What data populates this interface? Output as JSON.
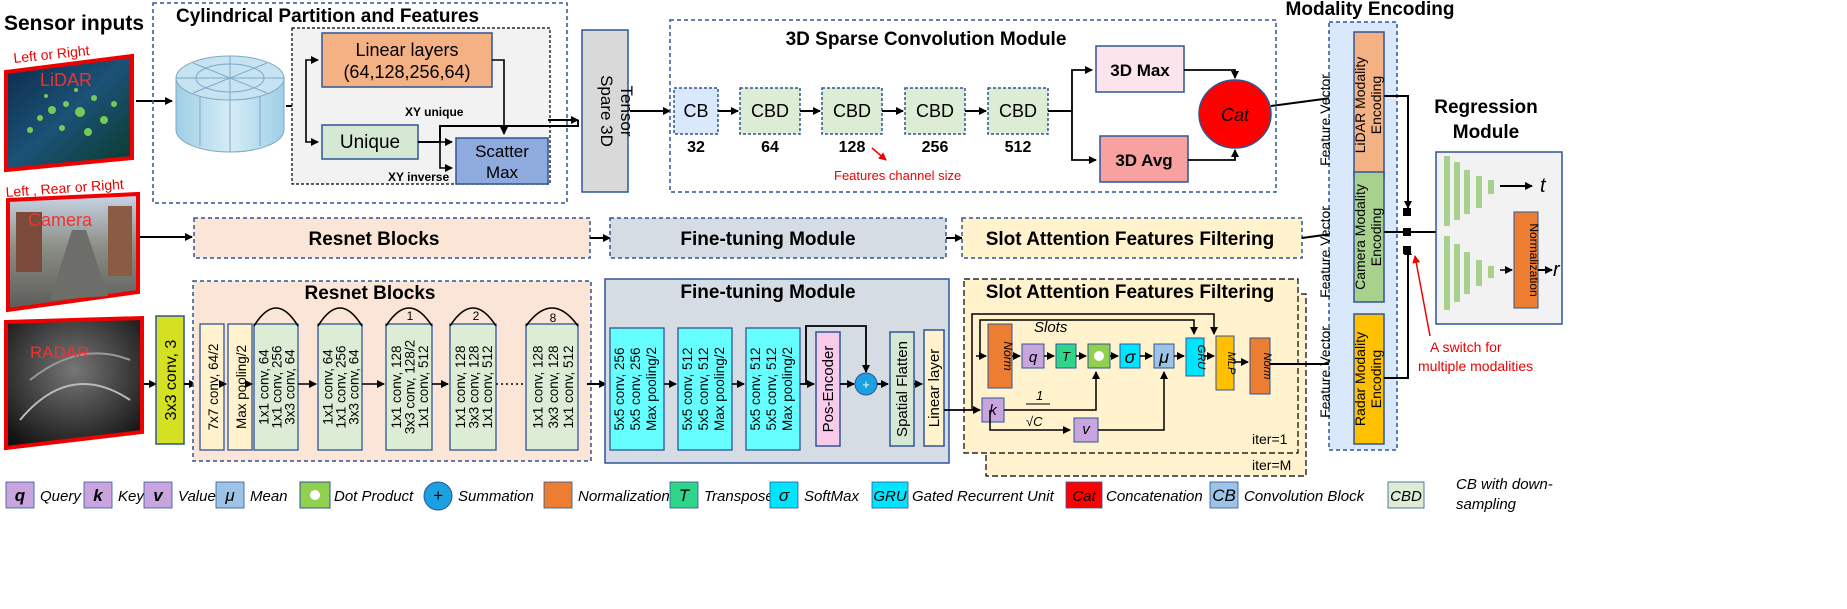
{
  "sensor": {
    "title": "Sensor inputs",
    "lidar_caption": "Left or Right",
    "lidar_label": "LiDAR",
    "camera_caption": "Left , Rear or Right",
    "camera_label": "Camera",
    "radar_label": "RADAR"
  },
  "cylinder": {
    "title": "Cylindrical Partition and Features",
    "linear_l1": "Linear layers",
    "linear_l2": "(64,128,256,64)",
    "unique": "Unique",
    "scatter_l1": "Scatter",
    "scatter_l2": "Max",
    "xy_unique": "XY unique",
    "xy_inverse": "XY inverse",
    "tensor_l1": "Spare 3D",
    "tensor_l2": "Tensor"
  },
  "sparse": {
    "title": "3D Sparse Convolution Module",
    "blocks": [
      {
        "label": "CB",
        "size": "32"
      },
      {
        "label": "CBD",
        "size": "64"
      },
      {
        "label": "CBD",
        "size": "128"
      },
      {
        "label": "CBD",
        "size": "256"
      },
      {
        "label": "CBD",
        "size": "512"
      }
    ],
    "max": "3D Max",
    "avg": "3D Avg",
    "cat": "Cat",
    "note": "Features channel size"
  },
  "camera_row": {
    "resnet": "Resnet Blocks",
    "finetune": "Fine-tuning Module",
    "slot": "Slot Attention Features Filtering"
  },
  "radar_row": {
    "conv": "3x3 conv, 3",
    "resnet_title": "Resnet Blocks",
    "layers": [
      [
        "7x7 conv, 64/2"
      ],
      [
        "Max pooling/2"
      ],
      [
        "1x1 conv, 64",
        "1x1 conv, 256",
        "3x3 conv, 64"
      ],
      [
        "1x1 conv, 64",
        "1x1 conv, 256",
        "3x3 conv, 64"
      ],
      [
        "1x1 conv, 128",
        "3x3 conv, 128/2",
        "1x1 conv, 512"
      ],
      [
        "1x1 conv, 128",
        "3x3 conv, 128",
        "1x1 conv, 512"
      ],
      [
        "1x1 conv, 128",
        "3x3 conv, 128",
        "1x1 conv, 512"
      ]
    ],
    "arc_labels": [
      "1",
      "2",
      "8"
    ],
    "finetune_title": "Fine-tuning Module",
    "ft_layers": [
      [
        "5x5 conv, 256",
        "5x5 conv, 256",
        "Max pooling/2"
      ],
      [
        "5x5 conv, 512",
        "5x5 conv, 512",
        "Max pooling/2"
      ],
      [
        "5x5 conv, 512",
        "5x5 conv, 512",
        "Max pooling/2"
      ]
    ],
    "pos_encoder": "Pos-Encoder",
    "plus": "+",
    "spatial": "Spatial Flatten",
    "linear": "Linear layer"
  },
  "slot": {
    "title": "Slot Attention Features Filtering",
    "slots": "Slots",
    "norm": "Norm",
    "q": "q",
    "T": "T",
    "sigma": "σ",
    "mu": "μ",
    "gru": "GRU",
    "mlp": "MLP",
    "k": "k",
    "v": "v",
    "frac_num": "1",
    "frac_den": "√C",
    "iter1": "iter=1",
    "iterM": "iter=M"
  },
  "modality": {
    "title": "Modality Encoding",
    "feature_vector": "Feature Vector",
    "lidar": [
      "LiDAR Modality",
      "Encoding"
    ],
    "camera": [
      "Camera Modality",
      "Encoding"
    ],
    "radar": [
      "Radar Modality",
      "Encoding"
    ],
    "switch_note": [
      "A switch for",
      "multiple modalities"
    ]
  },
  "regression": {
    "title_l1": "Regression",
    "title_l2": "Module",
    "norm": "Normalization",
    "out_t": "t",
    "out_r": "r"
  },
  "legend": [
    {
      "sym": "q",
      "text": "Query",
      "color": "#c9a5e0"
    },
    {
      "sym": "k",
      "text": "Key",
      "color": "#c9a5e0"
    },
    {
      "sym": "v",
      "text": "Value",
      "color": "#c9a5e0"
    },
    {
      "sym": "μ",
      "text": "Mean",
      "color": "#9dc3e6"
    },
    {
      "sym": "",
      "text": "Dot Product",
      "color": "#8fd14f"
    },
    {
      "sym": "+",
      "text": "Summation",
      "color": "#1ba1e2"
    },
    {
      "sym": "",
      "text": "Normalization",
      "color": "#ed7d31"
    },
    {
      "sym": "T",
      "text": "Transpose",
      "color": "#2fd68a"
    },
    {
      "sym": "σ",
      "text": "SoftMax",
      "color": "#00e5ff"
    },
    {
      "sym": "GRU",
      "text": "Gated Recurrent Unit",
      "color": "#00e5ff"
    },
    {
      "sym": "Cat",
      "text": "Concatenation",
      "color": "#ff0000"
    },
    {
      "sym": "CB",
      "text": "Convolution Block",
      "color": "#9dc3e6"
    },
    {
      "sym": "CBD",
      "text": "",
      "color": "#dcecd5"
    }
  ],
  "legend_last": [
    "CB with down-",
    "sampling"
  ],
  "colors": {
    "linear": "#f4b183",
    "unique": "#d5e8d4",
    "scatter": "#8faadc",
    "tensor": "#d9d9d9",
    "cb": "#dae8fc",
    "cbd": "#dcecd5",
    "max": "#fce4ec",
    "avg": "#f8a1a1",
    "cat": "#ff0000",
    "resnet_bg": "#fbe5d6",
    "finetune_bg": "#d6dce4",
    "slot_bg": "#fff2cc",
    "conv3": "#d4e021",
    "ft_layer": "#66ffff",
    "pos": "#f8cbea",
    "lidar_mod": "#f4b183",
    "camera_mod": "#a9d18e",
    "radar_mod": "#ffc000",
    "mod_bg": "#dae8fc",
    "reg_bg": "#f2f2f2",
    "reg_bar": "#a9d18e",
    "red_text": "#ff0000"
  }
}
